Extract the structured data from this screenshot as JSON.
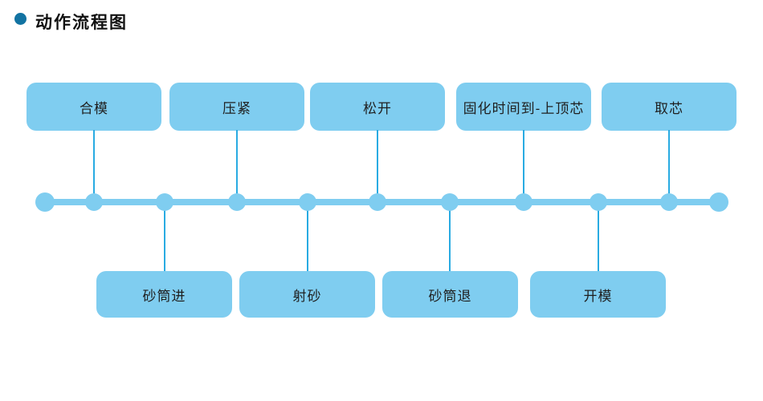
{
  "page": {
    "title": "动作流程图"
  },
  "flow": {
    "top_steps": [
      {
        "label": "合模"
      },
      {
        "label": "压紧"
      },
      {
        "label": "松开"
      },
      {
        "label": "固化时间到-上顶芯"
      },
      {
        "label": "取芯"
      }
    ],
    "bottom_steps": [
      {
        "label": "砂筒进"
      },
      {
        "label": "射砂"
      },
      {
        "label": "砂筒退"
      },
      {
        "label": "开模"
      }
    ],
    "sequence": [
      "合模",
      "砂筒进",
      "压紧",
      "射砂",
      "松开",
      "砂筒退",
      "固化时间到-上顶芯",
      "开模",
      "取芯"
    ]
  },
  "colors": {
    "box_fill": "#7fcdf0",
    "timeline": "#7fcdf0",
    "connector": "#29abe2",
    "bullet": "#1273a2",
    "label_color": "#1f1f1f"
  }
}
